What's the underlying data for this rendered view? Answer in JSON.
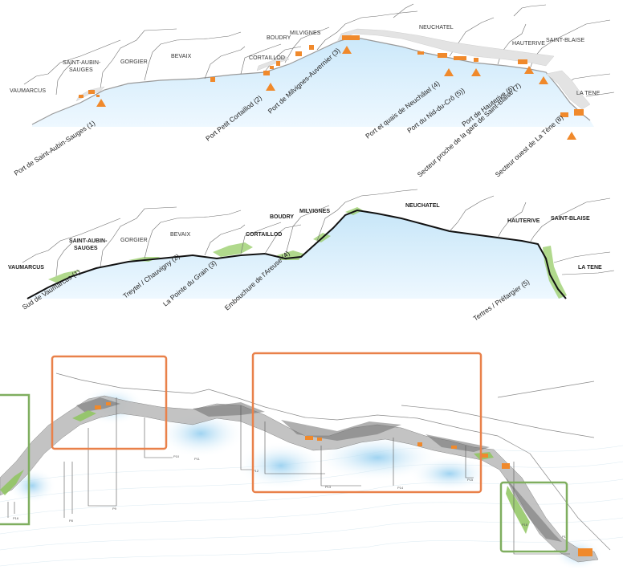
{
  "map_top": {
    "towns": [
      "VAUMARCUS",
      "SAINT-AUBIN-",
      "SAUGES",
      "GORGIER",
      "BEVAIX",
      "CORTAILLOD",
      "BOUDRY",
      "MILVIGNES",
      "NEUCHATEL",
      "HAUTERIVE",
      "SAINT-BLAISE",
      "LA TENE"
    ],
    "sites": [
      "Port de Saint-Aubin-Sauges (1)",
      "Port Petit Cortaillod (2)",
      "Port de Milvignes-Auvernier (3)",
      "Port et quais de Neuchâtel (4)",
      "Port du Nid-du-Crô (5))",
      "Port de Hauterive (6)",
      "Secteur proche de la gare de Saint-Blaise (7)",
      "Secteur ouest de La Tène (8)"
    ]
  },
  "map_middle": {
    "towns": [
      "VAUMARCUS",
      "SAINT-AUBIN-",
      "SAUGES",
      "GORGIER",
      "BEVAIX",
      "CORTAILLOD",
      "BOUDRY",
      "MILVIGNES",
      "NEUCHATEL",
      "HAUTERIVE",
      "SAINT-BLAISE",
      "LA TENE"
    ],
    "sites": [
      "Sud de Vaumarcus (1)",
      "Treytel / Chauvigny (2)",
      "La Pointe du Grain (3)",
      "Embouchure de l'Areuse (4)",
      "Tertres / Préfargier (5)"
    ]
  },
  "map_bottom": {
    "profile_tags": [
      "P1",
      "P8",
      "P9",
      "P10",
      "P11",
      "P12",
      "P13",
      "P14",
      "P15",
      "P16",
      "P17",
      "P18"
    ]
  },
  "colors": {
    "lake": "#dcefff",
    "lake_deep": "#c7e6f8",
    "port_orange": "#f0892b",
    "nature_green": "#8fc65f",
    "frame_orange": "#e9814a",
    "frame_green": "#7fae5f",
    "shoreline": "#111111"
  }
}
